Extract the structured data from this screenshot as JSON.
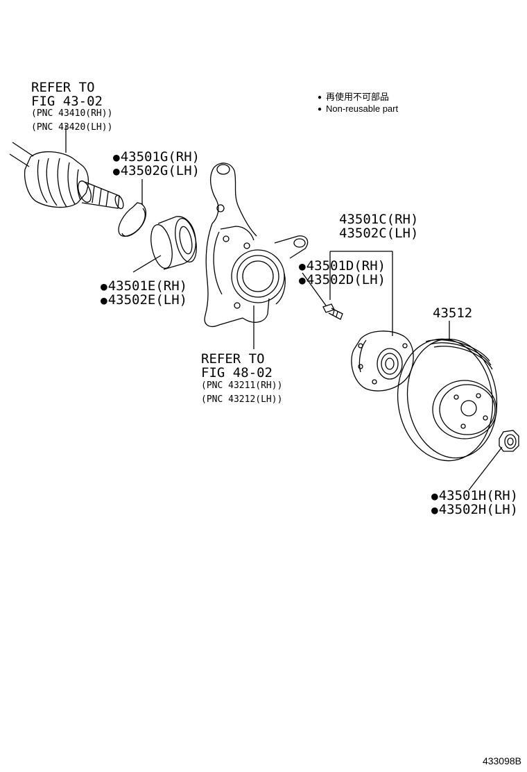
{
  "legend": {
    "line_jp": "再使用不可部品",
    "line_en": "Non-reusable part"
  },
  "callouts": {
    "drive_shaft": {
      "refer": "REFER TO",
      "fig": "FIG 43-02",
      "pnc_rh": "(PNC 43410(RH))",
      "pnc_lh": "(PNC 43420(LH))"
    },
    "snap_ring": {
      "rh": "43501G(RH)",
      "lh": "43502G(LH)"
    },
    "bearing": {
      "rh": "43501E(RH)",
      "lh": "43502E(LH)"
    },
    "knuckle": {
      "refer": "REFER TO",
      "fig": "FIG 48-02",
      "pnc_rh": "(PNC 43211(RH))",
      "pnc_lh": "(PNC 43212(LH))"
    },
    "hub": {
      "rh": "43501C(RH)",
      "lh": "43502C(LH)"
    },
    "hub_bolt": {
      "rh": "43501D(RH)",
      "lh": "43502D(LH)"
    },
    "disc": {
      "part": "43512"
    },
    "hub_nut": {
      "rh": "43501H(RH)",
      "lh": "43502H(LH)"
    }
  },
  "figure_number": "433098B"
}
